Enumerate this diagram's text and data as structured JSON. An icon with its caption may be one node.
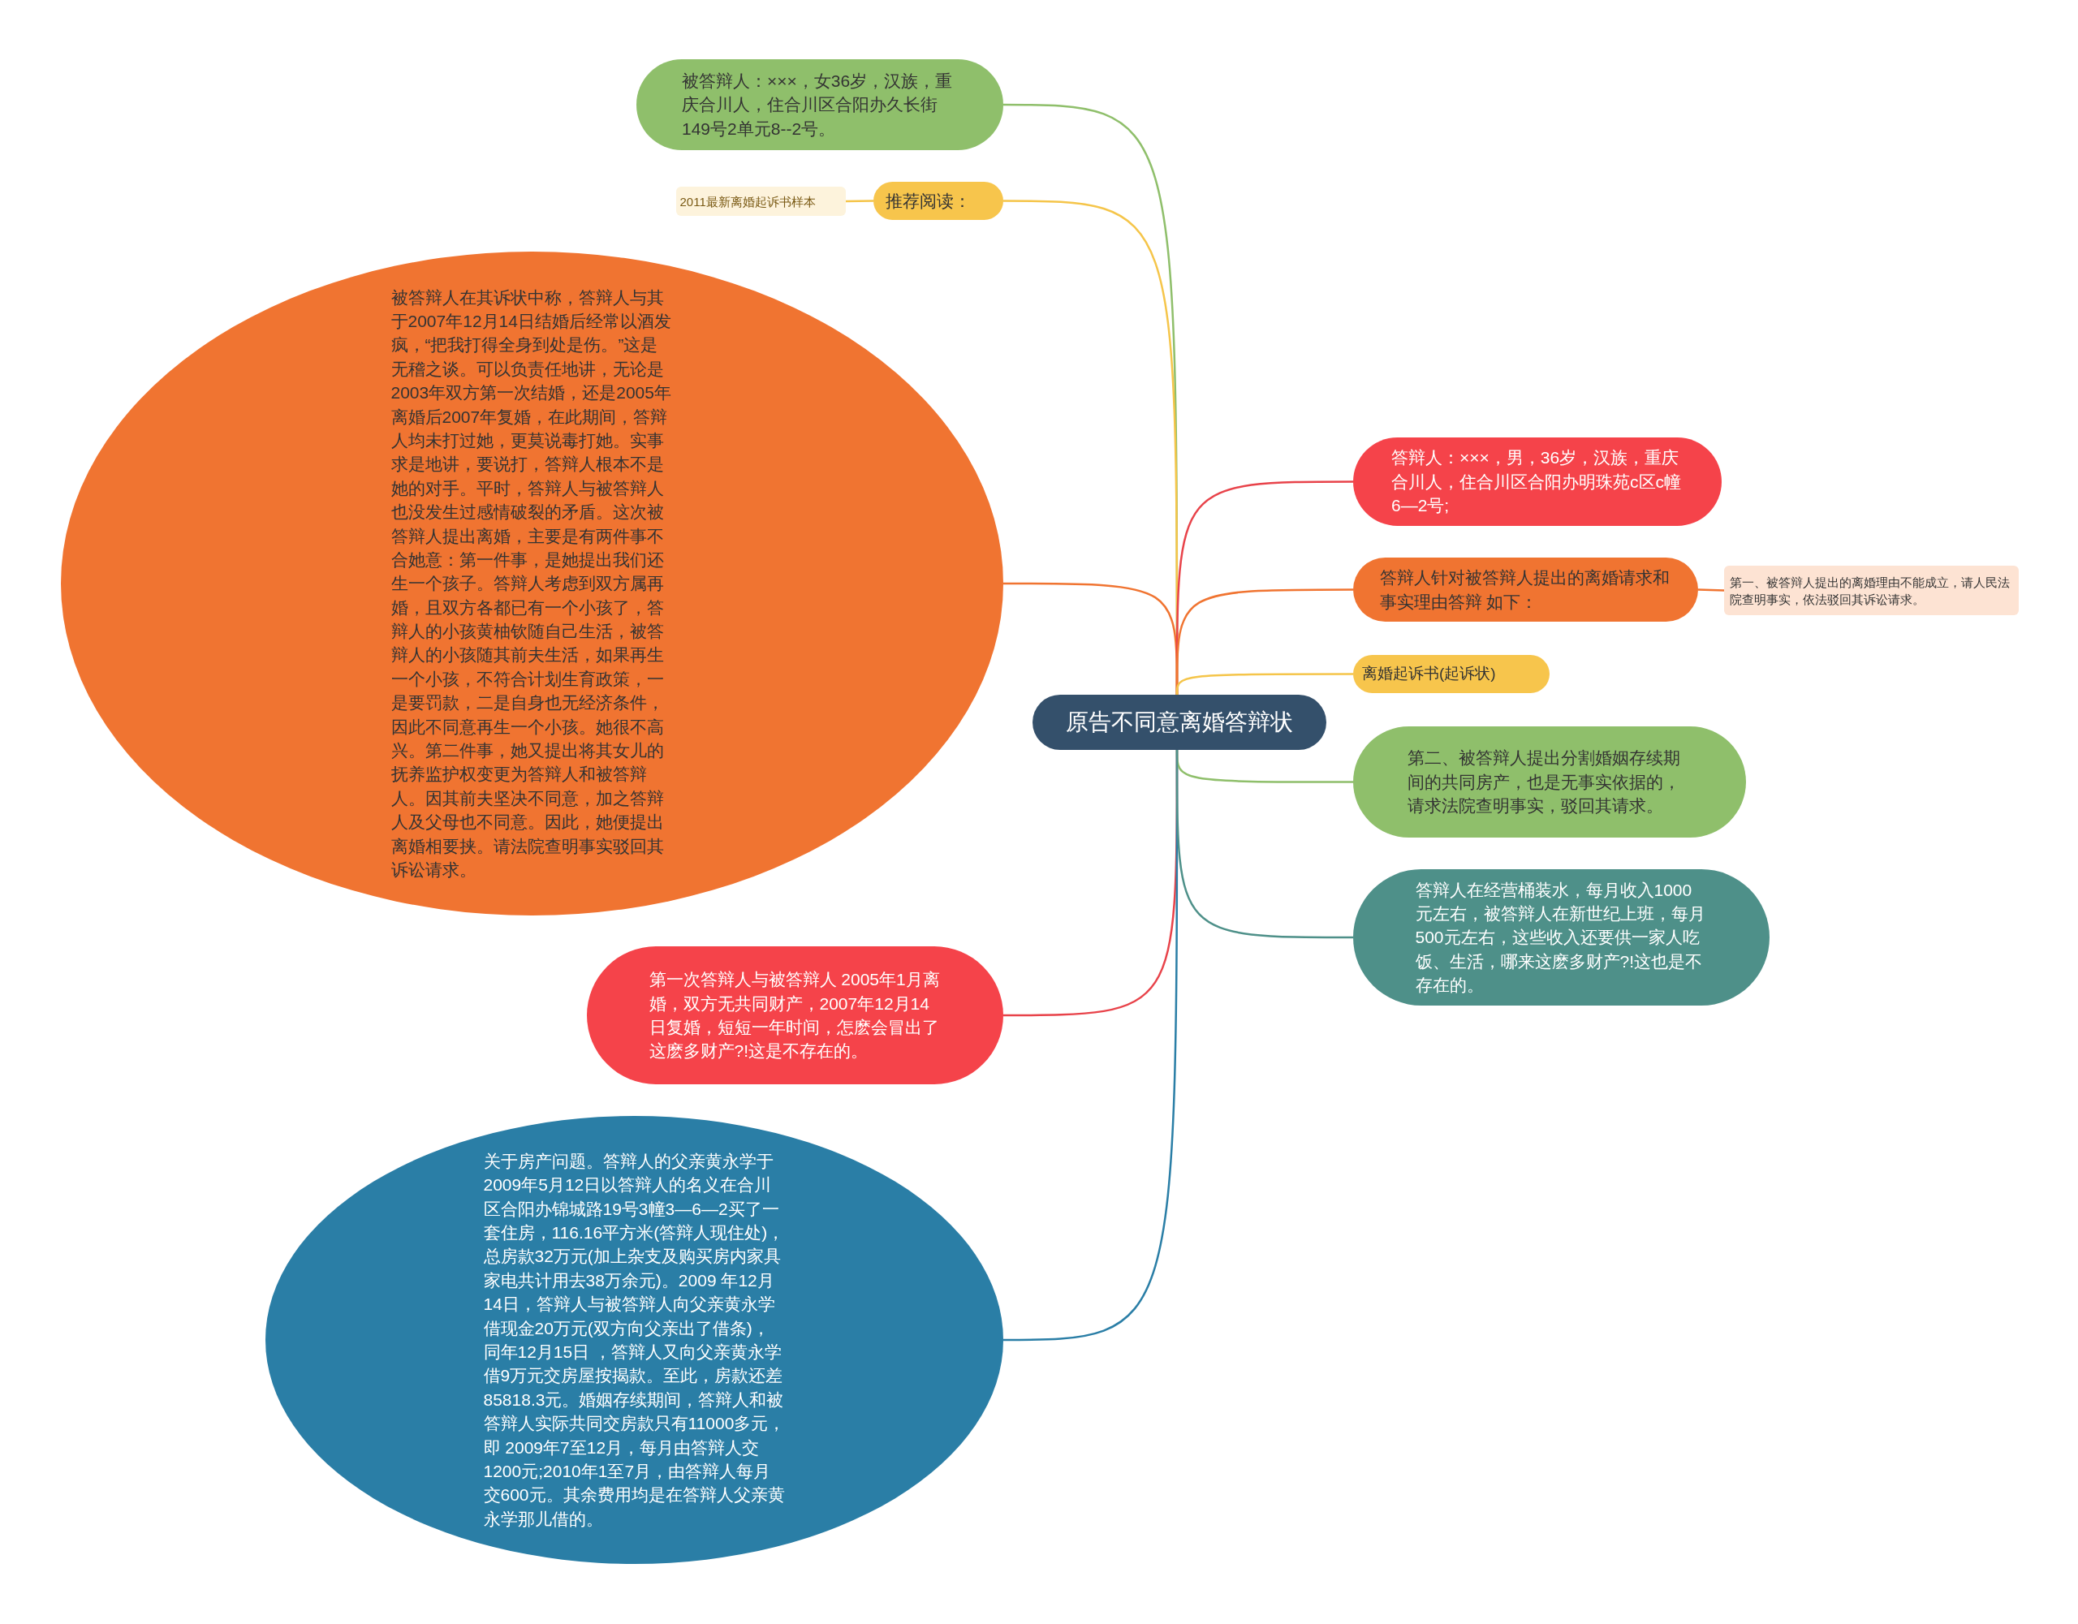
{
  "diagram": {
    "nodes": [
      {
        "text": [
          "原告不同意离婚答辩状"
        ]
      },
      {
        "text": [
          "被答辩人：×××，女36岁，汉族，重庆合川人，住合川区合阳办久长街149号2单元8--2号。"
        ]
      },
      {
        "text": [
          "推荐阅读："
        ]
      },
      {
        "text": [
          "2011最新离婚起诉书样本"
        ]
      },
      {
        "text": [
          "被答辩人在其诉状中称，答辩人与其于2007年12月14日结婚后经常以酒发疯，“把我打得全身到处是伤。”这是无稽之谈。可以负责任地讲，无论是2003年双方第一次结婚，还是2005年离婚后2007年复婚，在此期间，答辩人均未打过她，更莫说毒打她。实事求是地讲，要说打，答辩人根本不是她的对手。平时，答辩人与被答辩人也没发生过感情破裂的矛盾。这次被答辩人提出离婚，主要是有两件事不合她意：第一件事，是她提出我们还生一个孩子。答辩人考虑到双方属再婚，且双方各都已有一个小孩了，答辩人的小孩黄柚钦随自己生活，被答辩人的小孩随其前夫生活，如果再生一个小孩，不符合计划生育政策，一是要罚款，二是自身也无经济条件，因此不同意再生一个小孩。她很不高兴。第二件事，她又提出将其女儿的抚养监护权变更为答辩人和被答辩人。因其前夫坚决不同意，加之答辩人及父母也不同意。因此，她便提出离婚相要挟。请法院查明事实驳回其诉讼请求。"
        ]
      },
      {
        "text": [
          "第一次答辩人与被答辩人 2005年1月离婚，双方无共同财产，2007年12月14日复婚，短短一年时间，怎麽会冒出了这麽多财产?!这是不存在的。"
        ]
      },
      {
        "text": [
          "关于房产问题。答辩人的父亲黄永学于2009年5月12日以答辩人的名义在合川区合阳办锦城路19号3幢3—6—2买了一套住房，116.16平方米(答辩人现住处)，总房款32万元(加上杂支及购买房内家具家电共计用去38万余元)。2009 年12月14日，答辩人与被答辩人向父亲黄永学借现金20万元(双方向父亲出了借条)，同年12月15日 ，答辩人又向父亲黄永学借9万元交房屋按揭款。至此，房款还差85818.3元。婚姻存续期间，答辩人和被答辩人实际共同交房款只有11000多元，即 2009年7至12月，每月由答辩人交1200元;2010年1至7月，由答辩人每月交600元。其余费用均是在答辩人父亲黄永学那儿借的。"
        ]
      },
      {
        "text": [
          "答辩人：×××，男，36岁，汉族，重庆合川人，住合川区合阳办明珠苑c区c幢6—2号;"
        ]
      },
      {
        "text": [
          "答辩人针对被答辩人提出的离婚请求和事实理由答辩 如下："
        ]
      },
      {
        "text": [
          "第一、被答辩人提出的离婚理由不能成立，请人民法院查明事实，依法驳回其诉讼请求。"
        ]
      },
      {
        "text": [
          "离婚起诉书(起诉状)"
        ]
      },
      {
        "text": [
          "第二、被答辩人提出分割婚姻存续期间的共同房产，也是无事实依据的，请求法院查明事实，驳回其请求。"
        ]
      },
      {
        "text": [
          "答辩人在经营桶装水，每月收入1000元左右，被答辩人在新世纪上班，每月500元左右，这些收入还要供一家人吃饭、生活，哪来这麽多财产?!这也是不存在的。"
        ]
      }
    ],
    "edges": [
      {
        "from": 0,
        "to": 1,
        "arrow": "none",
        "color": "#8fbf6b"
      },
      {
        "from": 0,
        "to": 2,
        "arrow": "none",
        "color": "#f5c54a"
      },
      {
        "from": 2,
        "to": 3,
        "arrow": "none",
        "color": "#f5c54a"
      },
      {
        "from": 0,
        "to": 4,
        "arrow": "none",
        "color": "#f07431"
      },
      {
        "from": 0,
        "to": 5,
        "arrow": "none",
        "color": "#e8434a"
      },
      {
        "from": 0,
        "to": 6,
        "arrow": "none",
        "color": "#2a7ea6"
      },
      {
        "from": 0,
        "to": 7,
        "arrow": "none",
        "color": "#e8434a"
      },
      {
        "from": 0,
        "to": 8,
        "arrow": "none",
        "color": "#f07431"
      },
      {
        "from": 8,
        "to": 9,
        "arrow": "none",
        "color": "#f07431"
      },
      {
        "from": 0,
        "to": 10,
        "arrow": "none",
        "color": "#f5c54a"
      },
      {
        "from": 0,
        "to": 11,
        "arrow": "none",
        "color": "#8fbf6b"
      },
      {
        "from": 0,
        "to": 12,
        "arrow": "none",
        "color": "#4e9089"
      }
    ]
  }
}
